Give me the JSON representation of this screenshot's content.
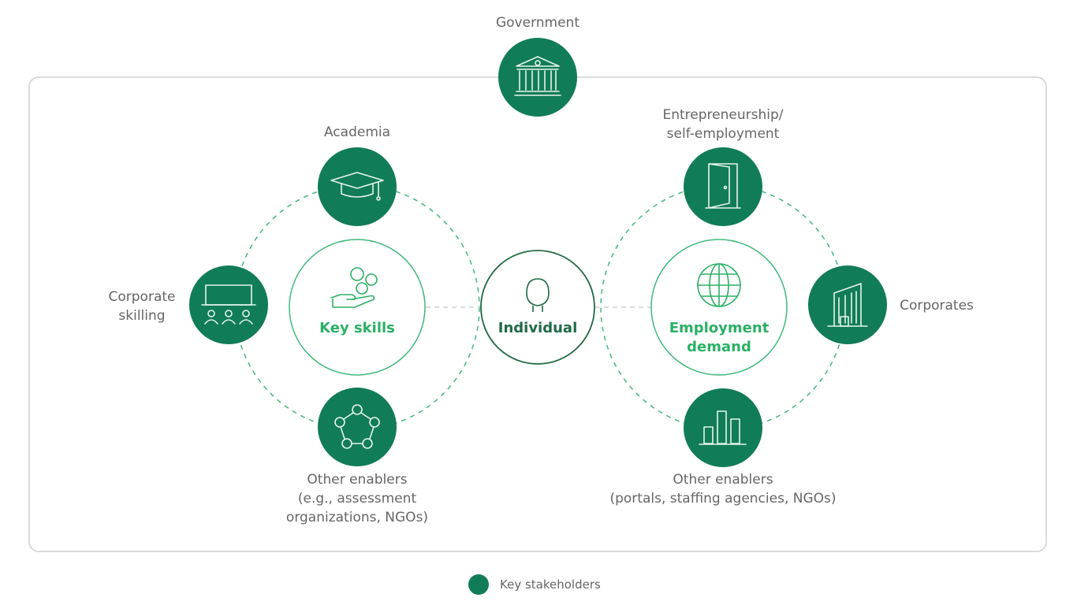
{
  "stakeholders": {
    "government": "Government",
    "academia": "Academia",
    "corporate_skilling": [
      "Corporate",
      "skilling"
    ],
    "other_enablers_left": [
      "Other enablers",
      "(e.g., assessment",
      "organizations, NGOs)"
    ],
    "entrepreneurship": [
      "Entrepreneurship/",
      "self-employment"
    ],
    "corporates": "Corporates",
    "other_enablers_right": [
      "Other enablers",
      "(portals, staffing agencies, NGOs)"
    ]
  },
  "core": {
    "key_skills": "Key skills",
    "individual": "Individual",
    "employment_demand": [
      "Employment",
      "demand"
    ]
  },
  "legend": {
    "label": "Key stakeholders"
  },
  "colors": {
    "stakeholder": "#117c58",
    "accent": "#2bb065",
    "individual": "#1f6a45"
  }
}
